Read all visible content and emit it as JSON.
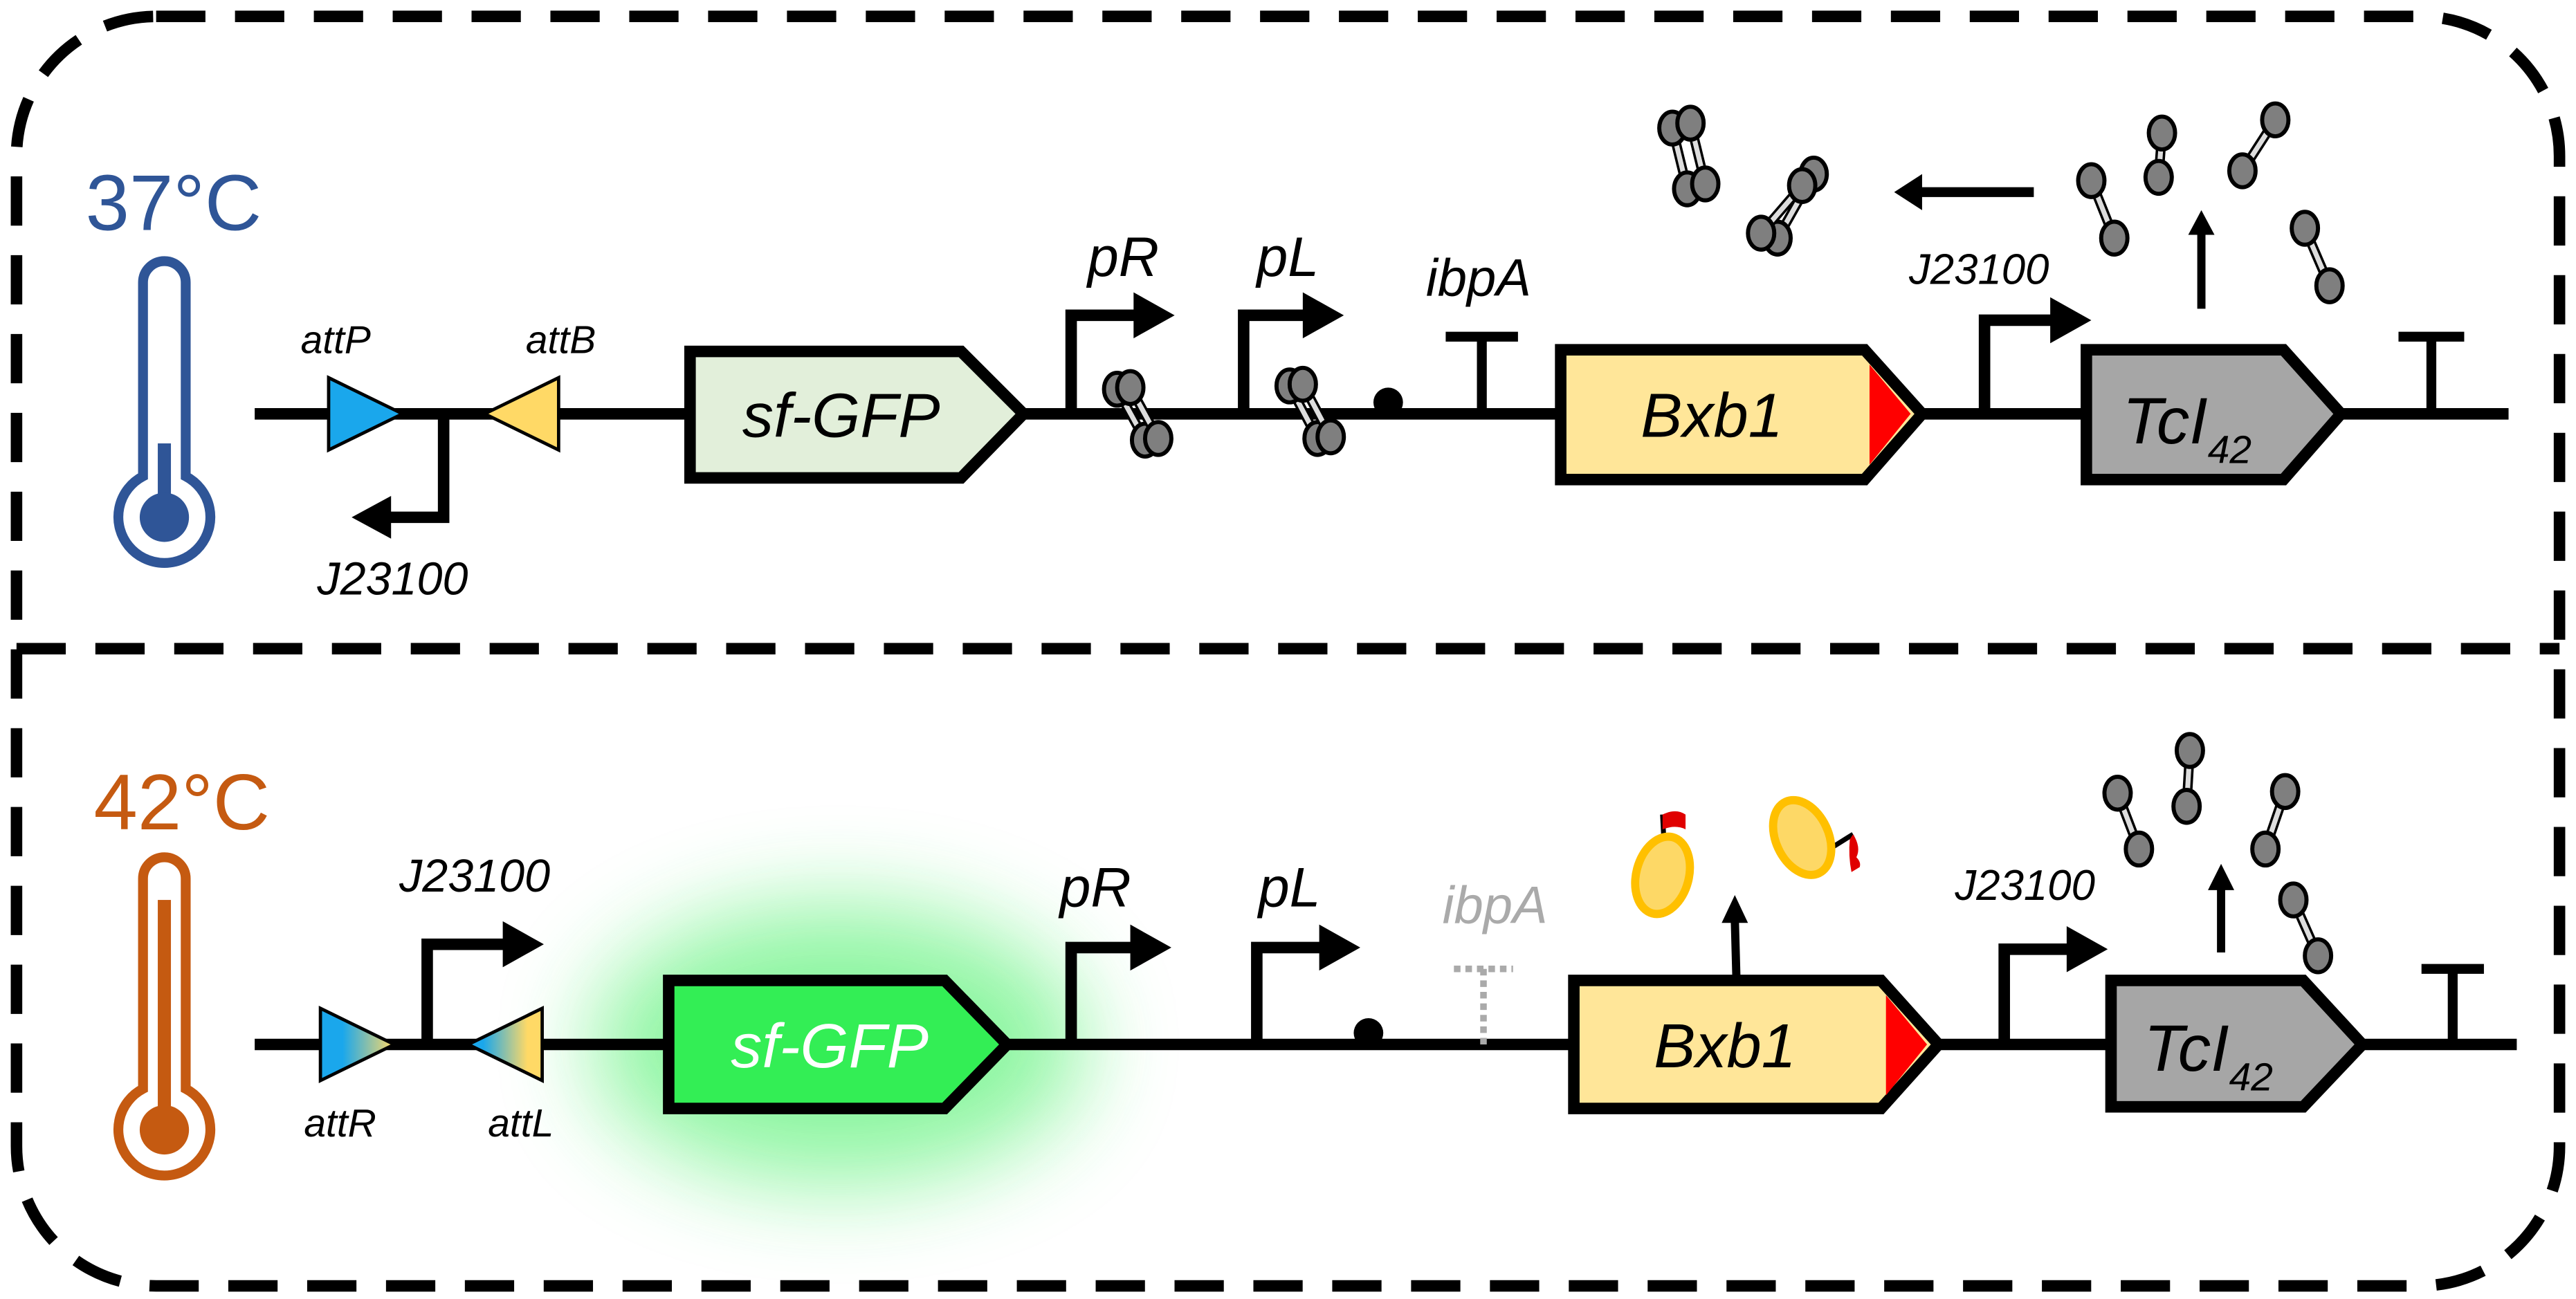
{
  "panels": {
    "top": {
      "temperature": "37°C",
      "temperature_color": "#2f5597",
      "labels": {
        "attP": "attP",
        "attB": "attB",
        "promoter_rev": "J23100",
        "gfp": "sf-GFP",
        "pR": "pR",
        "pL": "pL",
        "ibpA": "ibpA",
        "bxb1": "Bxb1",
        "promoter2": "J23100",
        "tci": "TcI",
        "tci_sub": "42"
      }
    },
    "bottom": {
      "temperature": "42°C",
      "temperature_color": "#c55a11",
      "labels": {
        "attR": "attR",
        "attL": "attL",
        "promoter_fwd": "J23100",
        "gfp": "sf-GFP",
        "pR": "pR",
        "pL": "pL",
        "ibpA": "ibpA",
        "bxb1": "Bxb1",
        "promoter2": "J23100",
        "tci": "TcI",
        "tci_sub": "42"
      }
    }
  },
  "colors": {
    "attP": "#1aa7ec",
    "attB": "#ffd966",
    "gfp_off": "#e2efda",
    "gfp_on": "#33ee55",
    "bxb1": "#ffe699",
    "degron": "#ff0000",
    "tci": "#a6a6a6",
    "repressor": "#7f7f7f"
  }
}
